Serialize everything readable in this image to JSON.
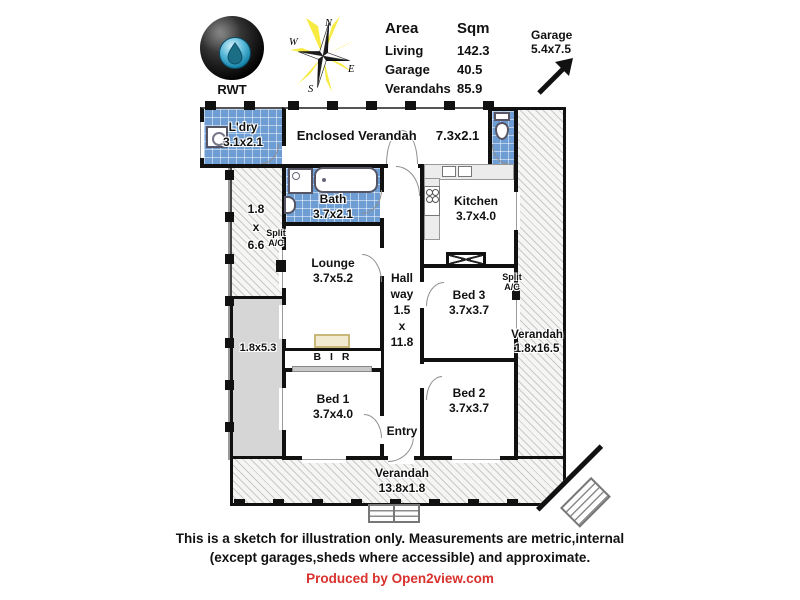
{
  "header": {
    "logo_label": "RWT",
    "compass": {
      "n": "N",
      "e": "E",
      "s": "S",
      "w": "W"
    },
    "area_table": {
      "header_area": "Area",
      "header_sqm": "Sqm",
      "rows": [
        {
          "label": "Living",
          "value": "142.3"
        },
        {
          "label": "Garage",
          "value": "40.5"
        },
        {
          "label": "Verandahs",
          "value": "85.9"
        }
      ]
    },
    "garage_note": {
      "title": "Garage",
      "size": "5.4x7.5"
    }
  },
  "plan": {
    "ldry": {
      "name": "L'dry",
      "size": "3.1x2.1"
    },
    "enclosed_verandah": {
      "name": "Enclosed Verandah",
      "size": "7.3x2.1"
    },
    "bath": {
      "name": "Bath",
      "size": "3.7x2.1"
    },
    "kitchen": {
      "name": "Kitchen",
      "size": "3.7x4.0"
    },
    "lounge": {
      "name": "Lounge",
      "size": "3.7x5.2"
    },
    "hallway": {
      "lines": [
        "Hall",
        "way",
        "1.5",
        "x",
        "11.8"
      ]
    },
    "bed1": {
      "name": "Bed 1",
      "size": "3.7x4.0"
    },
    "bed2": {
      "name": "Bed 2",
      "size": "3.7x3.7"
    },
    "bed3": {
      "name": "Bed 3",
      "size": "3.7x3.7"
    },
    "bir": {
      "name": "B I R"
    },
    "entry": {
      "name": "Entry"
    },
    "side_area_left": {
      "lines": [
        "1.8",
        "x",
        "6.6"
      ]
    },
    "porch_left": {
      "size": "1.8x5.3"
    },
    "verandah_right": {
      "name": "Verandah",
      "size": "1.8x16.5"
    },
    "verandah_bottom": {
      "name": "Verandah",
      "size": "13.8x1.8"
    },
    "split_ac_left": {
      "lines": [
        "Split",
        "A/C"
      ]
    },
    "split_ac_right": {
      "lines": [
        "Split",
        "A/C"
      ]
    }
  },
  "footer": {
    "disclaimer_line1": "This is a sketch for illustration only. Measurements are metric,internal",
    "disclaimer_line2": "(except garages,sheds where accessible) and approximate.",
    "credit": "Produced by Open2view.com"
  },
  "colors": {
    "credit_red": "#d9312e",
    "tile_blue": "#6d9dd2",
    "wall_black": "#111111"
  }
}
